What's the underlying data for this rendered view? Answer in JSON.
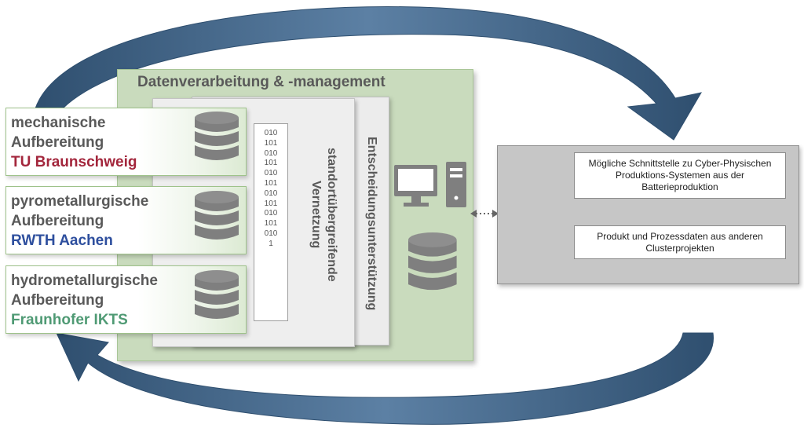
{
  "diagram": {
    "main_title": "Datenverarbeitung & -management",
    "decision_label": "Entscheidungsunterstützung",
    "network_label_line1": "standortübergreifende",
    "network_label_line2": "Vernetzung",
    "binary_lines": [
      "010",
      "101",
      "010",
      "101",
      "010",
      "101",
      "010",
      "101",
      "010",
      "101",
      "010",
      "1"
    ],
    "sources": [
      {
        "line1": "mechanische",
        "line2": "Aufbereitung",
        "institute": "TU Braunschweig",
        "institute_color": "#a3263c"
      },
      {
        "line1": "pyrometallurgische",
        "line2": "Aufbereitung",
        "institute": "RWTH Aachen",
        "institute_color": "#2e4f9e"
      },
      {
        "line1": "hydrometallurgische",
        "line2": "Aufbereitung",
        "institute": "Fraunhofer IKTS",
        "institute_color": "#4f9a74"
      }
    ],
    "external_info_1": "Mögliche Schnittstelle zu Cyber-Physischen Produktions-Systemen aus der Batterieproduktion",
    "external_info_2": "Produkt und Prozessdaten aus anderen Clusterprojekten",
    "icons": {
      "database": "database-icon",
      "computer": "desktop-computer-icon",
      "arrow": "curved-arrow-icon",
      "connector": "bidirectional-dotted-arrow-icon"
    },
    "colors": {
      "panel_green": "#c9dbbd",
      "arrow_blue": "#3f6183",
      "icon_grey": "#7f7f7f",
      "text_grey": "#595959"
    }
  }
}
